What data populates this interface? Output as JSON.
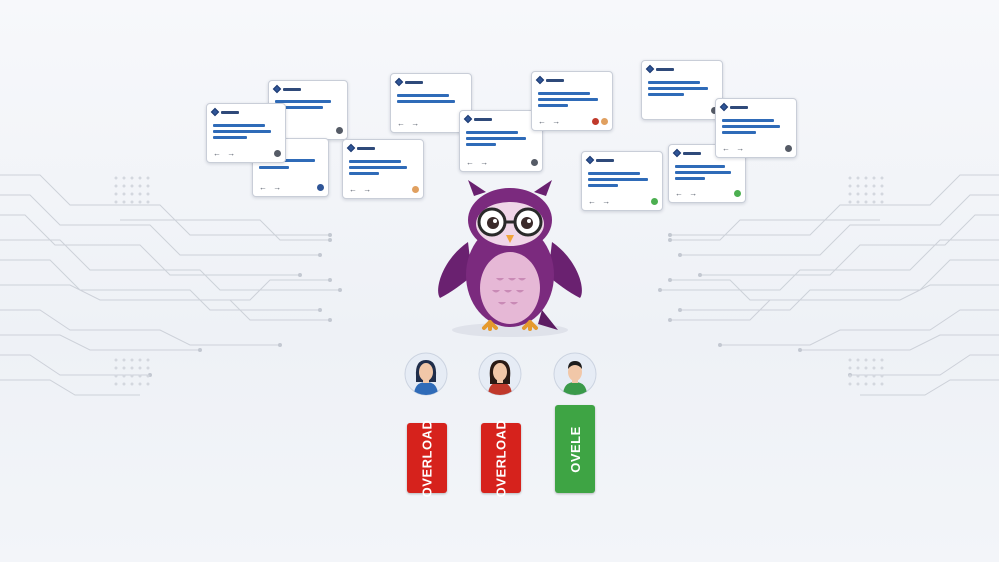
{
  "cards": [
    {
      "id": "c1",
      "status_color": "#555b66",
      "lines": [
        3,
        2
      ]
    },
    {
      "id": "c2",
      "status_color": "#555b66",
      "lines": [
        3,
        1
      ]
    },
    {
      "id": "c3",
      "status_color": "#2f5597",
      "lines": [
        3,
        1
      ]
    },
    {
      "id": "c4",
      "status_color": "#e0a060",
      "lines": [
        3,
        2
      ]
    },
    {
      "id": "c5",
      "status_color": "#555b66",
      "lines": [
        3,
        1
      ]
    },
    {
      "id": "c6",
      "status_color": "#555b66",
      "lines": [
        3,
        1
      ]
    },
    {
      "id": "c7",
      "status_color": "#c0392b",
      "lines": [
        3,
        1
      ]
    },
    {
      "id": "c8",
      "status_color": "#4caf50",
      "lines": [
        3,
        1
      ]
    },
    {
      "id": "c9",
      "status_color": "#555b66",
      "lines": [
        3,
        2
      ]
    },
    {
      "id": "c10",
      "status_color": "#4caf50",
      "lines": [
        3,
        1
      ]
    },
    {
      "id": "c11",
      "status_color": "#555b66",
      "lines": [
        3,
        2
      ]
    }
  ],
  "card_nav_symbol": "← →",
  "users": [
    {
      "name": "user-1",
      "hair": "#1f2d4a",
      "shirt": "#2f6bb8",
      "gender": "female"
    },
    {
      "name": "user-2",
      "hair": "#2a1a14",
      "shirt": "#c0392b",
      "gender": "female"
    },
    {
      "name": "user-3",
      "hair": "#1c1c1c",
      "shirt": "#3a9a4a",
      "gender": "male"
    }
  ],
  "bars": [
    {
      "label": "OVERLOAD",
      "color": "#d6221c",
      "level": 0.7
    },
    {
      "label": "OVERLOAD",
      "color": "#d6221c",
      "level": 0.7
    },
    {
      "label": "OVELE",
      "color": "#3ea444",
      "level": 0.9
    }
  ],
  "colors": {
    "owl_body": "#7b2a7e",
    "owl_belly": "#e6b8d6",
    "circuit": "#c8ccd4"
  }
}
